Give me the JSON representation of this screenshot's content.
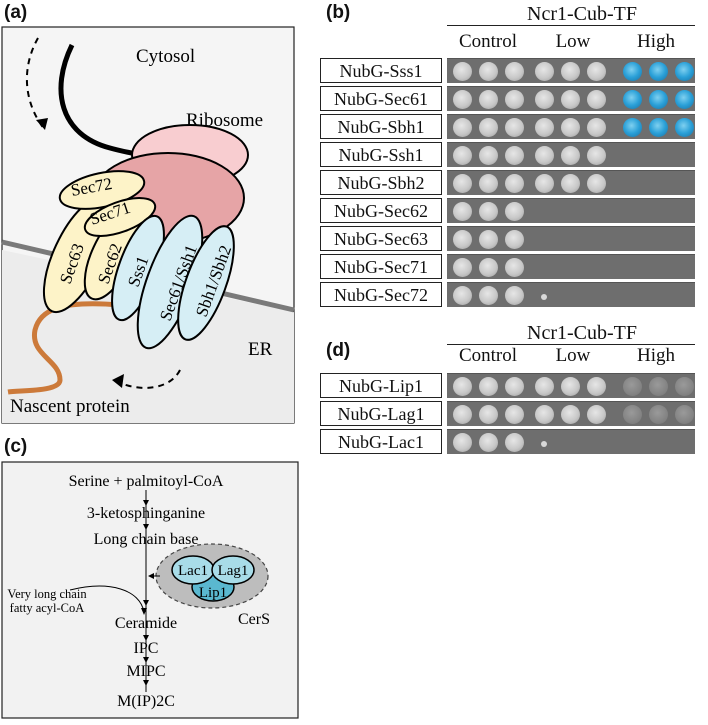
{
  "panel_a": {
    "label": "(a)",
    "cytosol": "Cytosol",
    "ribosome": "Ribosome",
    "er": "ER",
    "nascent": "Nascent protein",
    "proteins": [
      "Sec72",
      "Sec71",
      "Sec63",
      "Sec62",
      "Sss1",
      "Sec61/Ssh1",
      "Sbh1/Sbh2"
    ],
    "colors": {
      "ribosome_top": "#f8cdd0",
      "ribosome_bottom": "#e6a4a6",
      "sec": "#fdf3c8",
      "sss": "#d6eef5",
      "chain": "#cc7a3a"
    }
  },
  "panel_b": {
    "label": "(b)",
    "bait": "Ncr1-Cub-TF",
    "columns": [
      "Control",
      "Low",
      "High"
    ],
    "rows": [
      {
        "name": "NubG-Sss1",
        "growth": [
          "full",
          "full",
          "blue"
        ]
      },
      {
        "name": "NubG-Sec61",
        "growth": [
          "full",
          "full",
          "blue"
        ]
      },
      {
        "name": "NubG-Sbh1",
        "growth": [
          "full",
          "full",
          "blue"
        ]
      },
      {
        "name": "NubG-Ssh1",
        "growth": [
          "full",
          "full",
          "none"
        ]
      },
      {
        "name": "NubG-Sbh2",
        "growth": [
          "full",
          "full",
          "none"
        ]
      },
      {
        "name": "NubG-Sec62",
        "growth": [
          "full",
          "none",
          "none"
        ]
      },
      {
        "name": "NubG-Sec63",
        "growth": [
          "full",
          "none",
          "none"
        ]
      },
      {
        "name": "NubG-Sec71",
        "growth": [
          "full",
          "none",
          "none"
        ]
      },
      {
        "name": "NubG-Sec72",
        "growth": [
          "full",
          "speck",
          "none"
        ]
      }
    ]
  },
  "panel_d": {
    "label": "(d)",
    "bait": "Ncr1-Cub-TF",
    "columns": [
      "Control",
      "Low",
      "High"
    ],
    "rows": [
      {
        "name": "NubG-Lip1",
        "growth": [
          "full",
          "full",
          "faint"
        ]
      },
      {
        "name": "NubG-Lag1",
        "growth": [
          "full",
          "full",
          "faint"
        ]
      },
      {
        "name": "NubG-Lac1",
        "growth": [
          "full",
          "speck",
          "none"
        ]
      }
    ]
  },
  "panel_c": {
    "label": "(c)",
    "steps": [
      "Serine + palmitoyl-CoA",
      "3-ketosphinganine",
      "Long chain base",
      "Ceramide",
      "IPC",
      "MIPC",
      "M(IP)2C"
    ],
    "vlcfa_line1": "Very long chain",
    "vlcfa_line2": "fatty acyl-CoA",
    "cers": "CerS",
    "cers_subunits": [
      "Lac1",
      "Lag1",
      "Lip1"
    ],
    "colors": {
      "lac_lag": "#a8dce8",
      "lip": "#5ab8d0",
      "complex_bg": "#bdbdbd"
    }
  }
}
